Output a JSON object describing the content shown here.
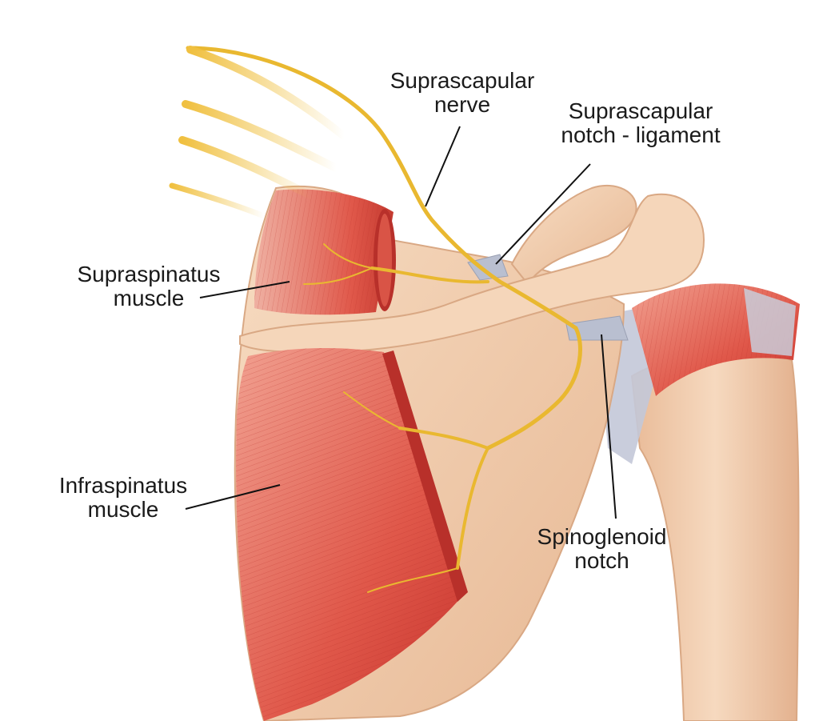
{
  "labels": {
    "suprascapular_nerve": {
      "line1": "Suprascapular",
      "line2": "nerve"
    },
    "suprascapular_notch_ligament": {
      "line1": "Suprascapular",
      "line2": "notch - ligament"
    },
    "supraspinatus_muscle": {
      "line1": "Supraspinatus",
      "line2": "muscle"
    },
    "infraspinatus_muscle": {
      "line1": "Infraspinatus",
      "line2": "muscle"
    },
    "spinoglenoid_notch": {
      "line1": "Spinoglenoid",
      "line2": "notch"
    }
  },
  "colors": {
    "bone": "#f2cfb0",
    "bone_shadow": "#d9a884",
    "muscle": "#d94a42",
    "muscle_light": "#ec8a78",
    "nerve": "#f0c040",
    "ligament": "#b9bfd0",
    "leader": "#111111"
  }
}
